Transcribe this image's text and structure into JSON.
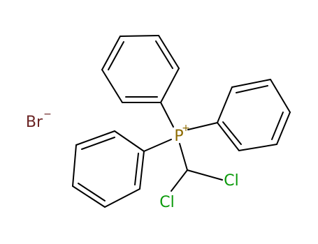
{
  "molecule": {
    "atoms": {
      "phosphorus": {
        "symbol": "P",
        "charge": "+"
      },
      "chlorine_1": {
        "symbol": "Cl"
      },
      "chlorine_2": {
        "symbol": "Cl"
      },
      "bromide": {
        "symbol": "Br",
        "charge": "−"
      }
    },
    "colors": {
      "bond": "#000000",
      "phosphorus": "#8c6a00",
      "chlorine": "#0a9a0a",
      "bromine": "#6b2424"
    }
  }
}
